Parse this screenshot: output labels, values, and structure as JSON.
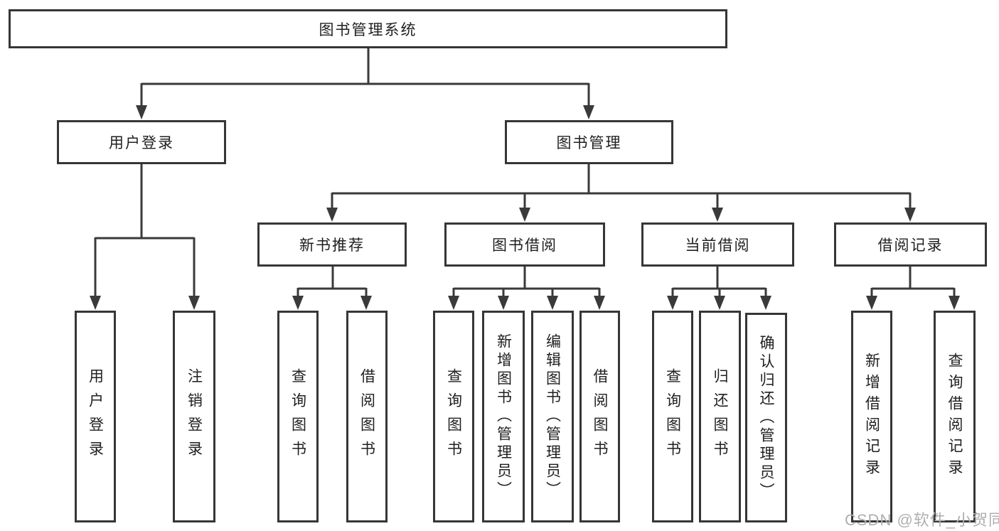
{
  "tree": {
    "label": "图书管理系统",
    "children": [
      {
        "label": "用户登录",
        "children": [
          {
            "label": "用户登录"
          },
          {
            "label": "注销登录"
          }
        ]
      },
      {
        "label": "图书管理",
        "children": [
          {
            "label": "新书推荐",
            "children": [
              {
                "label": "查询图书"
              },
              {
                "label": "借阅图书"
              }
            ]
          },
          {
            "label": "图书借阅",
            "children": [
              {
                "label": "查询图书"
              },
              {
                "label": "新增图书（管理员）"
              },
              {
                "label": "编辑图书（管理员）"
              },
              {
                "label": "借阅图书"
              }
            ]
          },
          {
            "label": "当前借阅",
            "children": [
              {
                "label": "查询图书"
              },
              {
                "label": "归还图书"
              },
              {
                "label": "确认归还（管理员）"
              }
            ]
          },
          {
            "label": "借阅记录",
            "children": [
              {
                "label": "新增借阅记录"
              },
              {
                "label": "查询借阅记录"
              }
            ]
          }
        ]
      }
    ]
  },
  "watermark": "CSDN @软件_小贺同学",
  "colors": {
    "line": "#3a3a3a",
    "box_border": "#363636",
    "text": "#1f1f1f",
    "watermark": "#b0afaf",
    "background": "#ffffff"
  }
}
